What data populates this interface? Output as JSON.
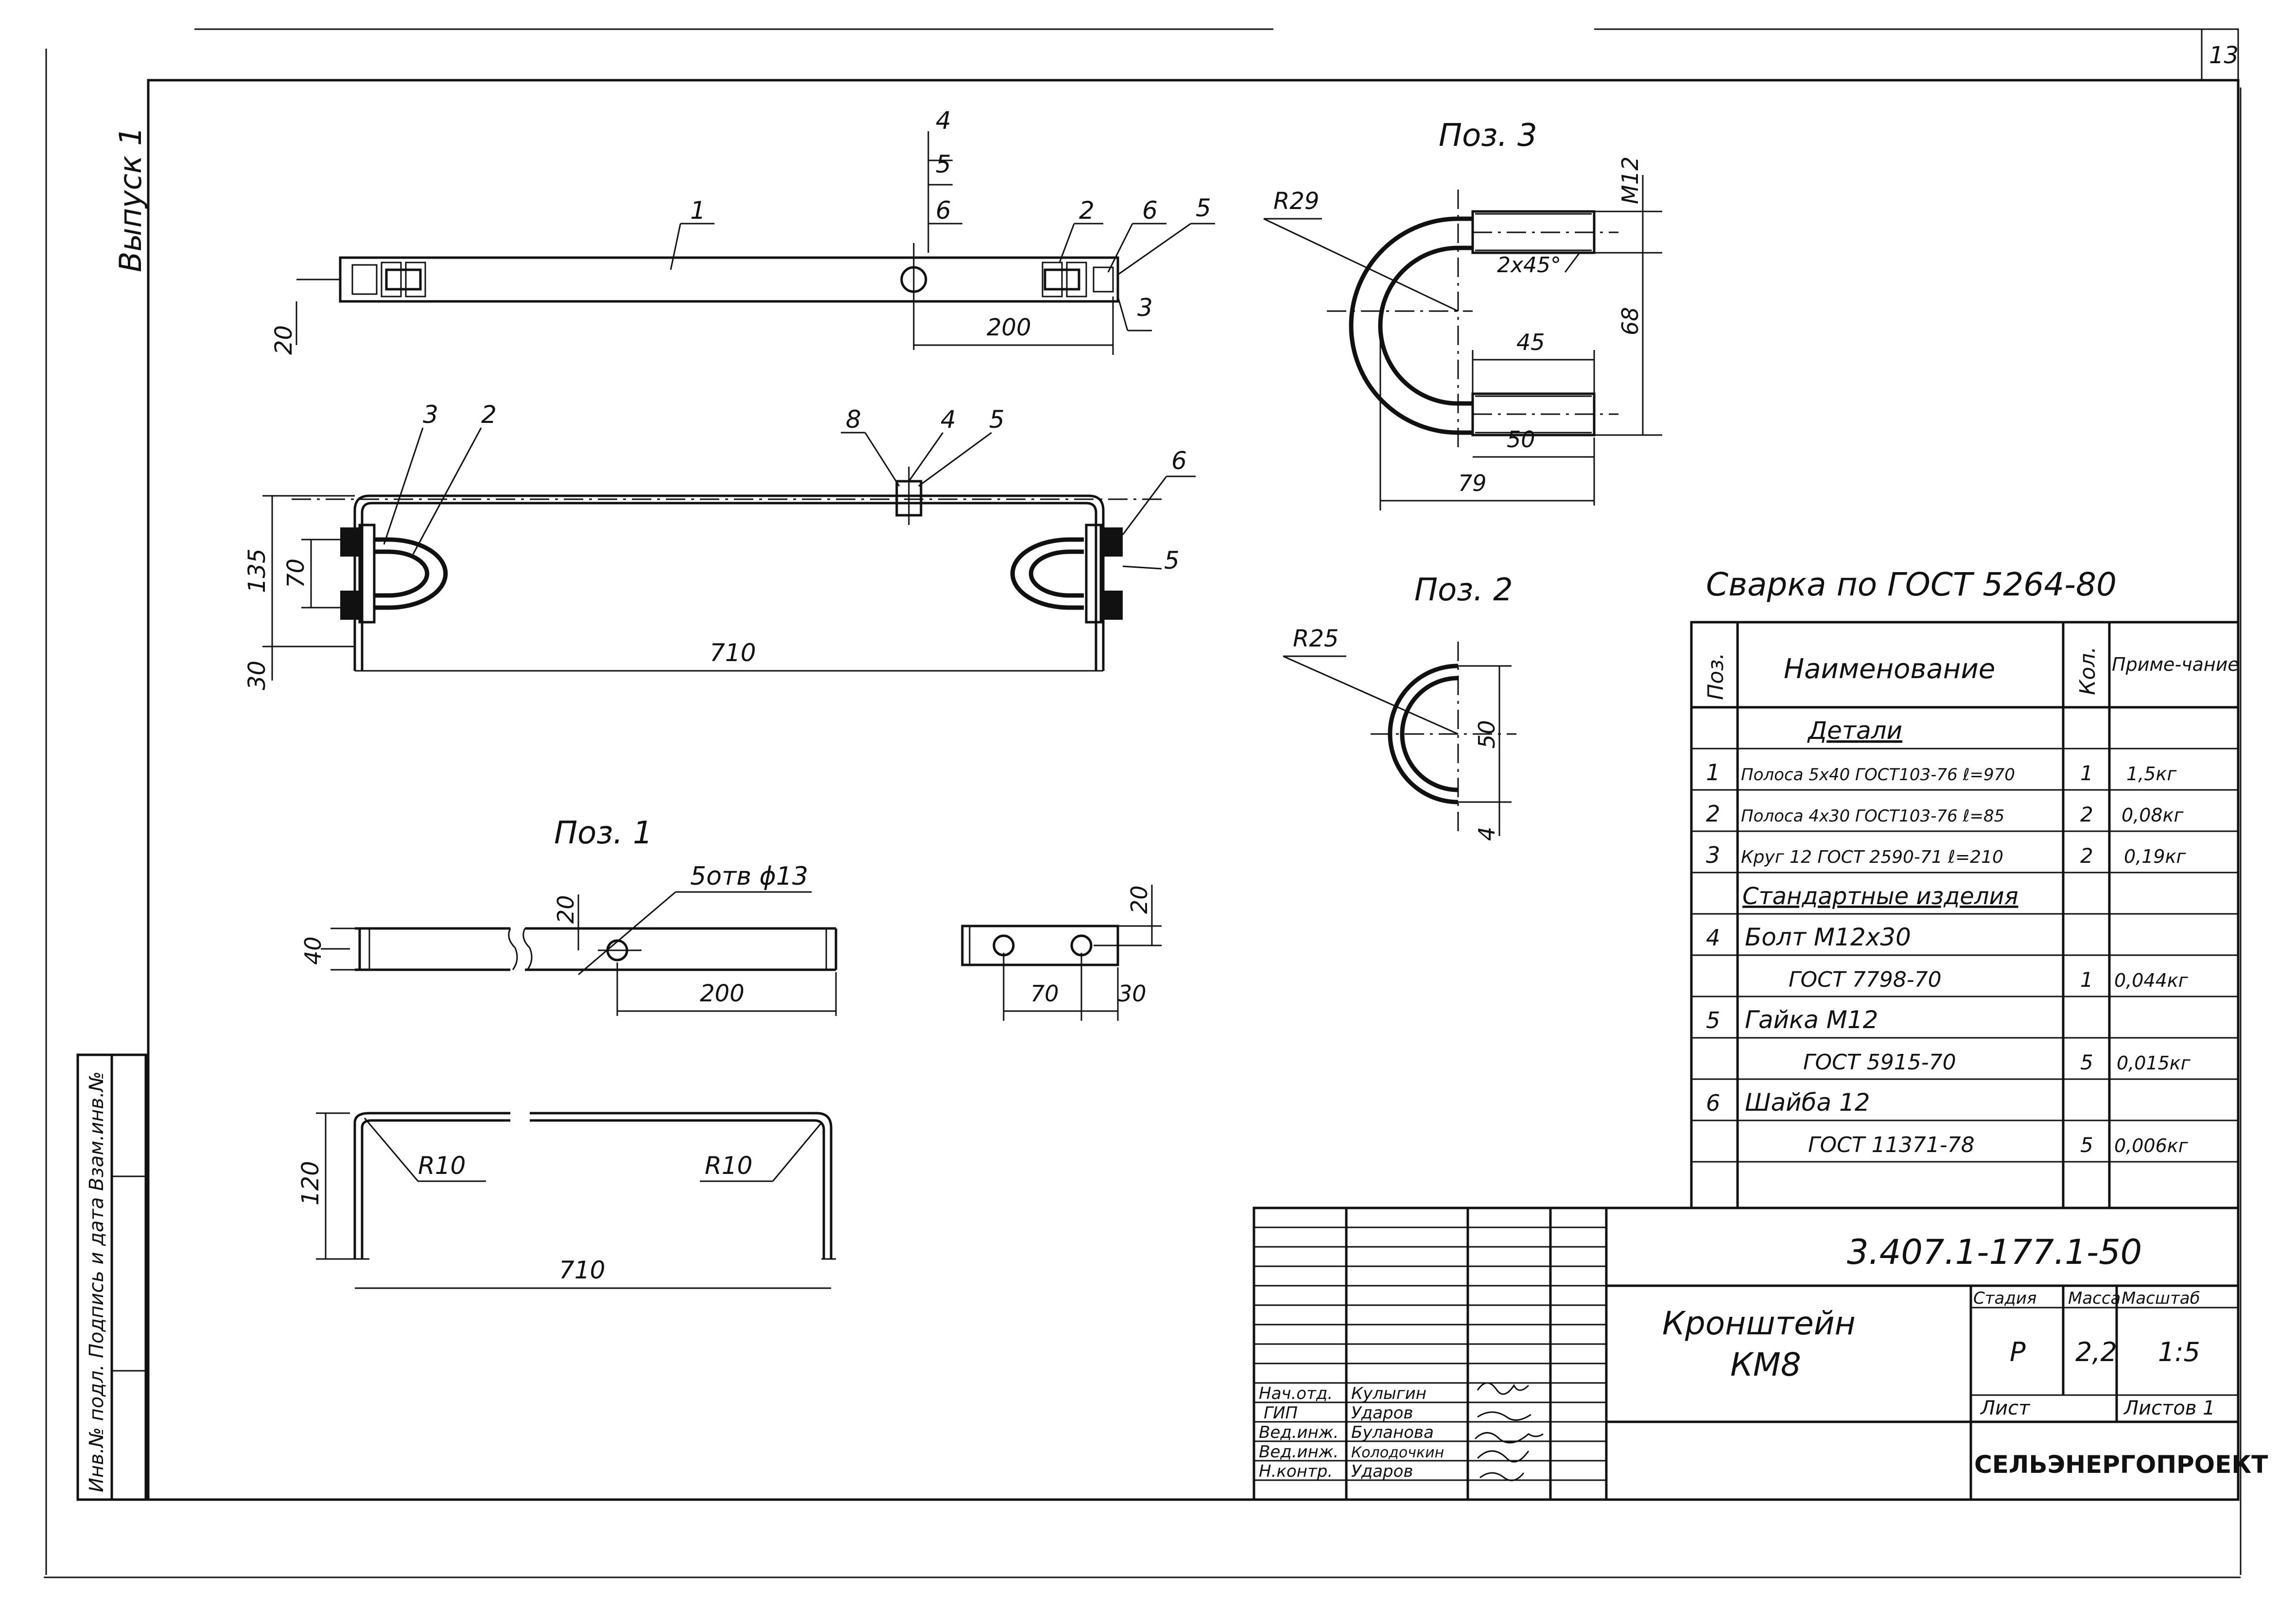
{
  "sheet_number": "13",
  "side_label": "Выпуск 1",
  "approval_label": "Инв.№ подл. Подпись и дата Взам.инв.№",
  "view_top": {
    "pos": [
      "1",
      "2",
      "3",
      "4",
      "5",
      "6",
      "6",
      "5"
    ],
    "dims": [
      "20",
      "200"
    ]
  },
  "view_front": {
    "pos": [
      "3",
      "2",
      "8",
      "4",
      "5",
      "6",
      "5"
    ],
    "dims": [
      "135",
      "70",
      "30",
      "710"
    ]
  },
  "poz1": {
    "title": "Поз. 1",
    "hole_note": "5отв ϕ13",
    "dims": [
      "40",
      "20",
      "200",
      "20",
      "70",
      "30",
      "R10",
      "R10",
      "120",
      "710"
    ]
  },
  "poz3": {
    "title": "Поз. 3",
    "dims": [
      "R29",
      "M12",
      "2x45°",
      "68",
      "45",
      "50",
      "79"
    ]
  },
  "poz2": {
    "title": "Поз. 2",
    "dims": [
      "R25",
      "50",
      "4"
    ]
  },
  "weld_note": "Сварка по ГОСТ 5264-80",
  "spec_table": {
    "headers": {
      "pos": "Поз.",
      "name": "Наименование",
      "qty": "Кол.",
      "note": "Приме-чание"
    },
    "rows": [
      {
        "pos": "",
        "name": "Детали",
        "qty": "",
        "note": "",
        "section": true
      },
      {
        "pos": "1",
        "name": "Полоса 5x40 ГОСТ103-76 ℓ=970",
        "qty": "1",
        "note": "1,5кг"
      },
      {
        "pos": "2",
        "name": "Полоса 4x30 ГОСТ103-76 ℓ=85",
        "qty": "2",
        "note": "0,08кг"
      },
      {
        "pos": "3",
        "name": "Круг 12 ГОСТ 2590-71 ℓ=210",
        "qty": "2",
        "note": "0,19кг"
      },
      {
        "pos": "",
        "name": "Стандартные изделия",
        "qty": "",
        "note": "",
        "section": true
      },
      {
        "pos": "4",
        "name": "Болт М12x30",
        "qty": "",
        "note": ""
      },
      {
        "pos": "",
        "name": "ГОСТ 7798-70",
        "qty": "1",
        "note": "0,044кг"
      },
      {
        "pos": "5",
        "name": "Гайка М12",
        "qty": "",
        "note": ""
      },
      {
        "pos": "",
        "name": "ГОСТ 5915-70",
        "qty": "5",
        "note": "0,015кг"
      },
      {
        "pos": "6",
        "name": "Шайба 12",
        "qty": "",
        "note": ""
      },
      {
        "pos": "",
        "name": "ГОСТ 11371-78",
        "qty": "5",
        "note": "0,006кг"
      }
    ]
  },
  "title_block": {
    "doc_code": "3.407.1-177.1-50",
    "name_line1": "Кронштейн",
    "name_line2": "КМ8",
    "stage_header": "Стадия",
    "mass_header": "Масса",
    "scale_header": "Масштаб",
    "stage": "Р",
    "mass": "2,2",
    "scale": "1:5",
    "sheet": "Лист",
    "sheets": "Листов 1",
    "org": "СЕЛЬЭНЕРГОПРОЕКТ",
    "signers": [
      {
        "role": "Нач.отд.",
        "name": "Кулыгин"
      },
      {
        "role": "ГИП",
        "name": "Ударов"
      },
      {
        "role": "Вед.инж.",
        "name": "Буланова"
      },
      {
        "role": "Вед.инж.",
        "name": "Колодочкин"
      },
      {
        "role": "Н.контр.",
        "name": "Ударов"
      }
    ]
  }
}
